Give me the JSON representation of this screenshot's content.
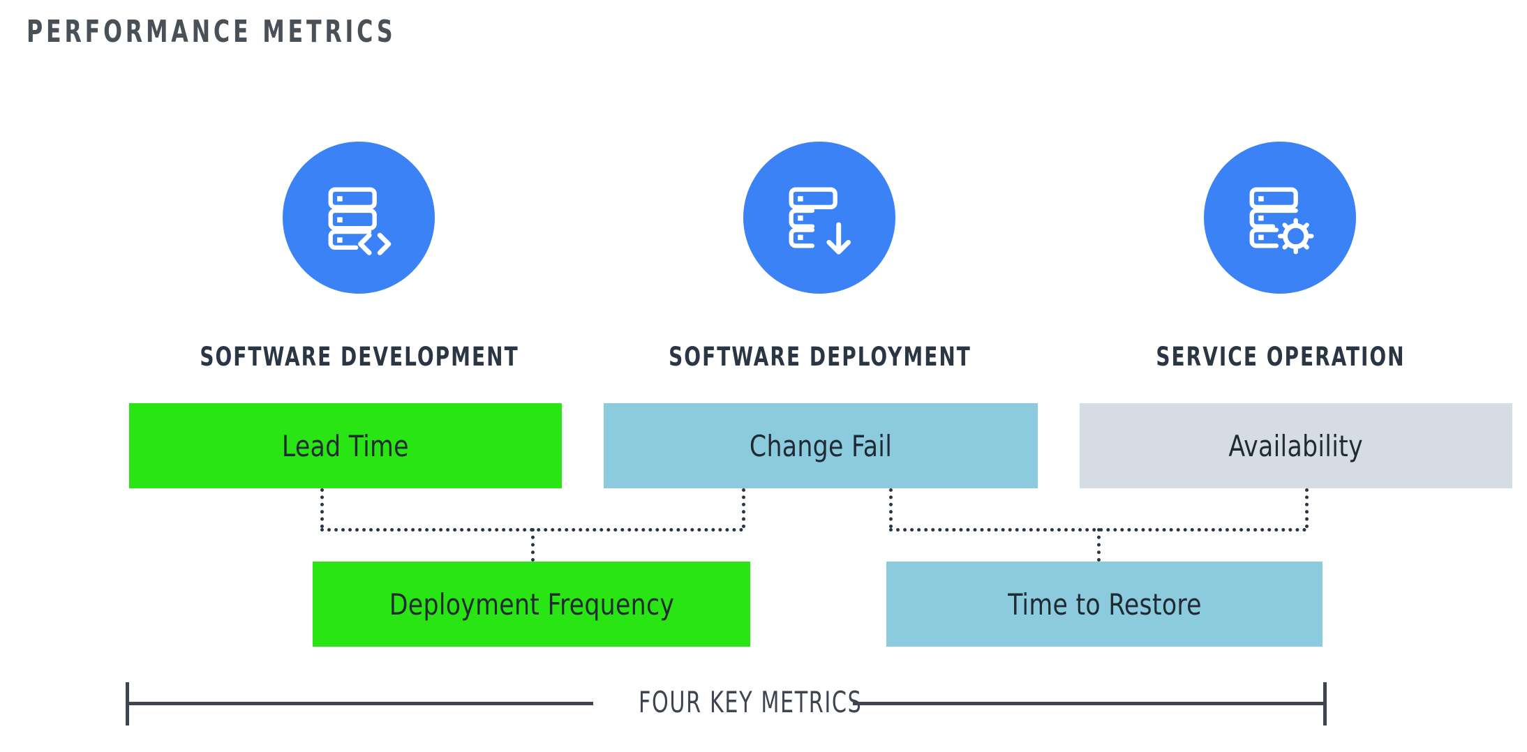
{
  "page": {
    "title": "PERFORMANCE METRICS",
    "background_color": "#ffffff"
  },
  "colors": {
    "icon_circle": "#3b82f6",
    "icon_glyph": "#ffffff",
    "title_text": "#4a5058",
    "heading_text": "#2b3644",
    "bar_green": "#2ae514",
    "bar_blue": "#8ccbdd",
    "bar_grey": "#d6dce3",
    "bar_label_text": "#1f2a33",
    "connector": "#2b3644",
    "bracket": "#3e4450"
  },
  "columns": [
    {
      "id": "software-development",
      "heading": "SOFTWARE DEVELOPMENT",
      "icon_name": "server-code-icon"
    },
    {
      "id": "software-deployment",
      "heading": "SOFTWARE DEPLOYMENT",
      "icon_name": "server-download-icon"
    },
    {
      "id": "service-operation",
      "heading": "SERVICE OPERATION",
      "icon_name": "server-gear-icon"
    }
  ],
  "metrics_row_top": [
    {
      "id": "lead-time",
      "label": "Lead Time",
      "color": "#2ae514"
    },
    {
      "id": "change-fail",
      "label": "Change Fail",
      "color": "#8ccbdd"
    },
    {
      "id": "availability",
      "label": "Availability",
      "color": "#d6dce3"
    }
  ],
  "metrics_row_bottom": [
    {
      "id": "deployment-frequency",
      "label": "Deployment Frequency",
      "color": "#2ae514"
    },
    {
      "id": "time-to-restore",
      "label": "Time to Restore",
      "color": "#8ccbdd"
    }
  ],
  "bracket": {
    "label": "FOUR KEY METRICS"
  }
}
